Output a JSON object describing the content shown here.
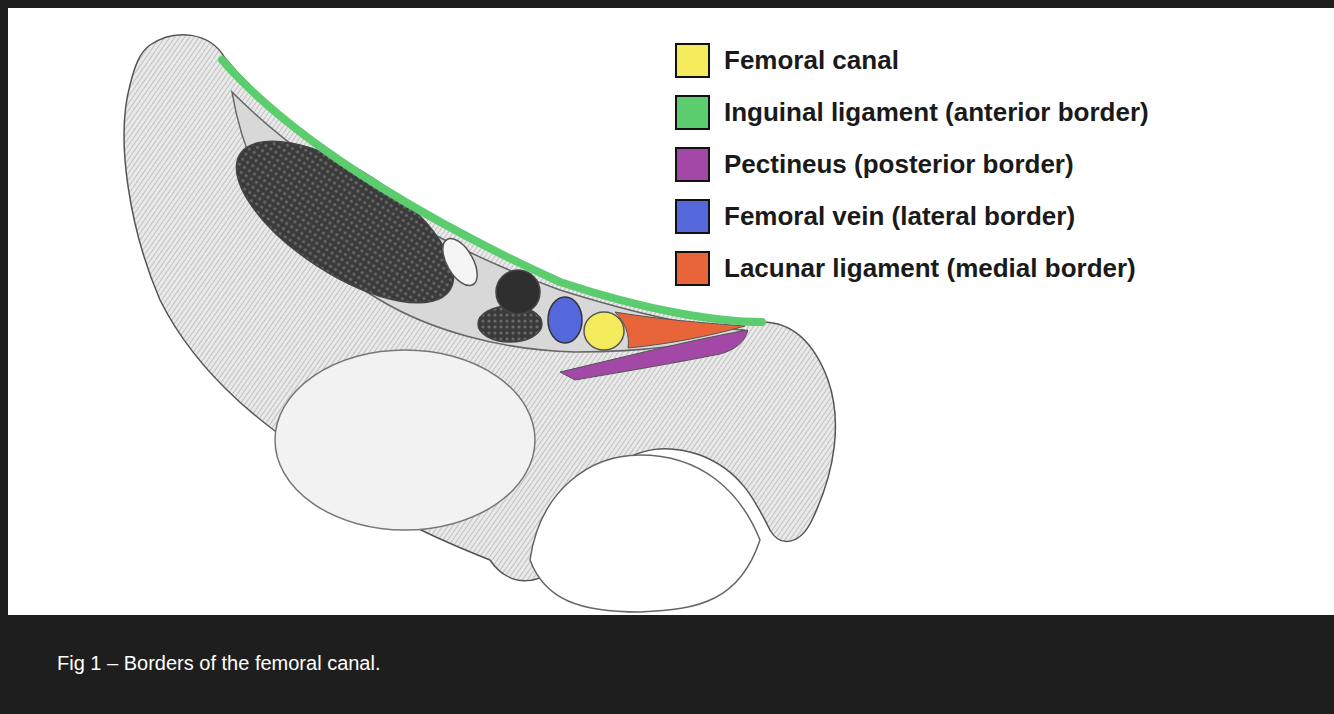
{
  "diagram": {
    "caption": "Fig 1 – Borders of the femoral canal.",
    "legend": [
      {
        "text": "Femoral canal",
        "color": "#f3ea5c"
      },
      {
        "text": "Inguinal ligament (anterior border)",
        "color": "#5ccd6e"
      },
      {
        "text": "Pectineus (posterior border)",
        "color": "#a348a6"
      },
      {
        "text": "Femoral vein (lateral border)",
        "color": "#5468dc"
      },
      {
        "text": "Lacunar ligament (medial border)",
        "color": "#e8653a"
      }
    ]
  }
}
